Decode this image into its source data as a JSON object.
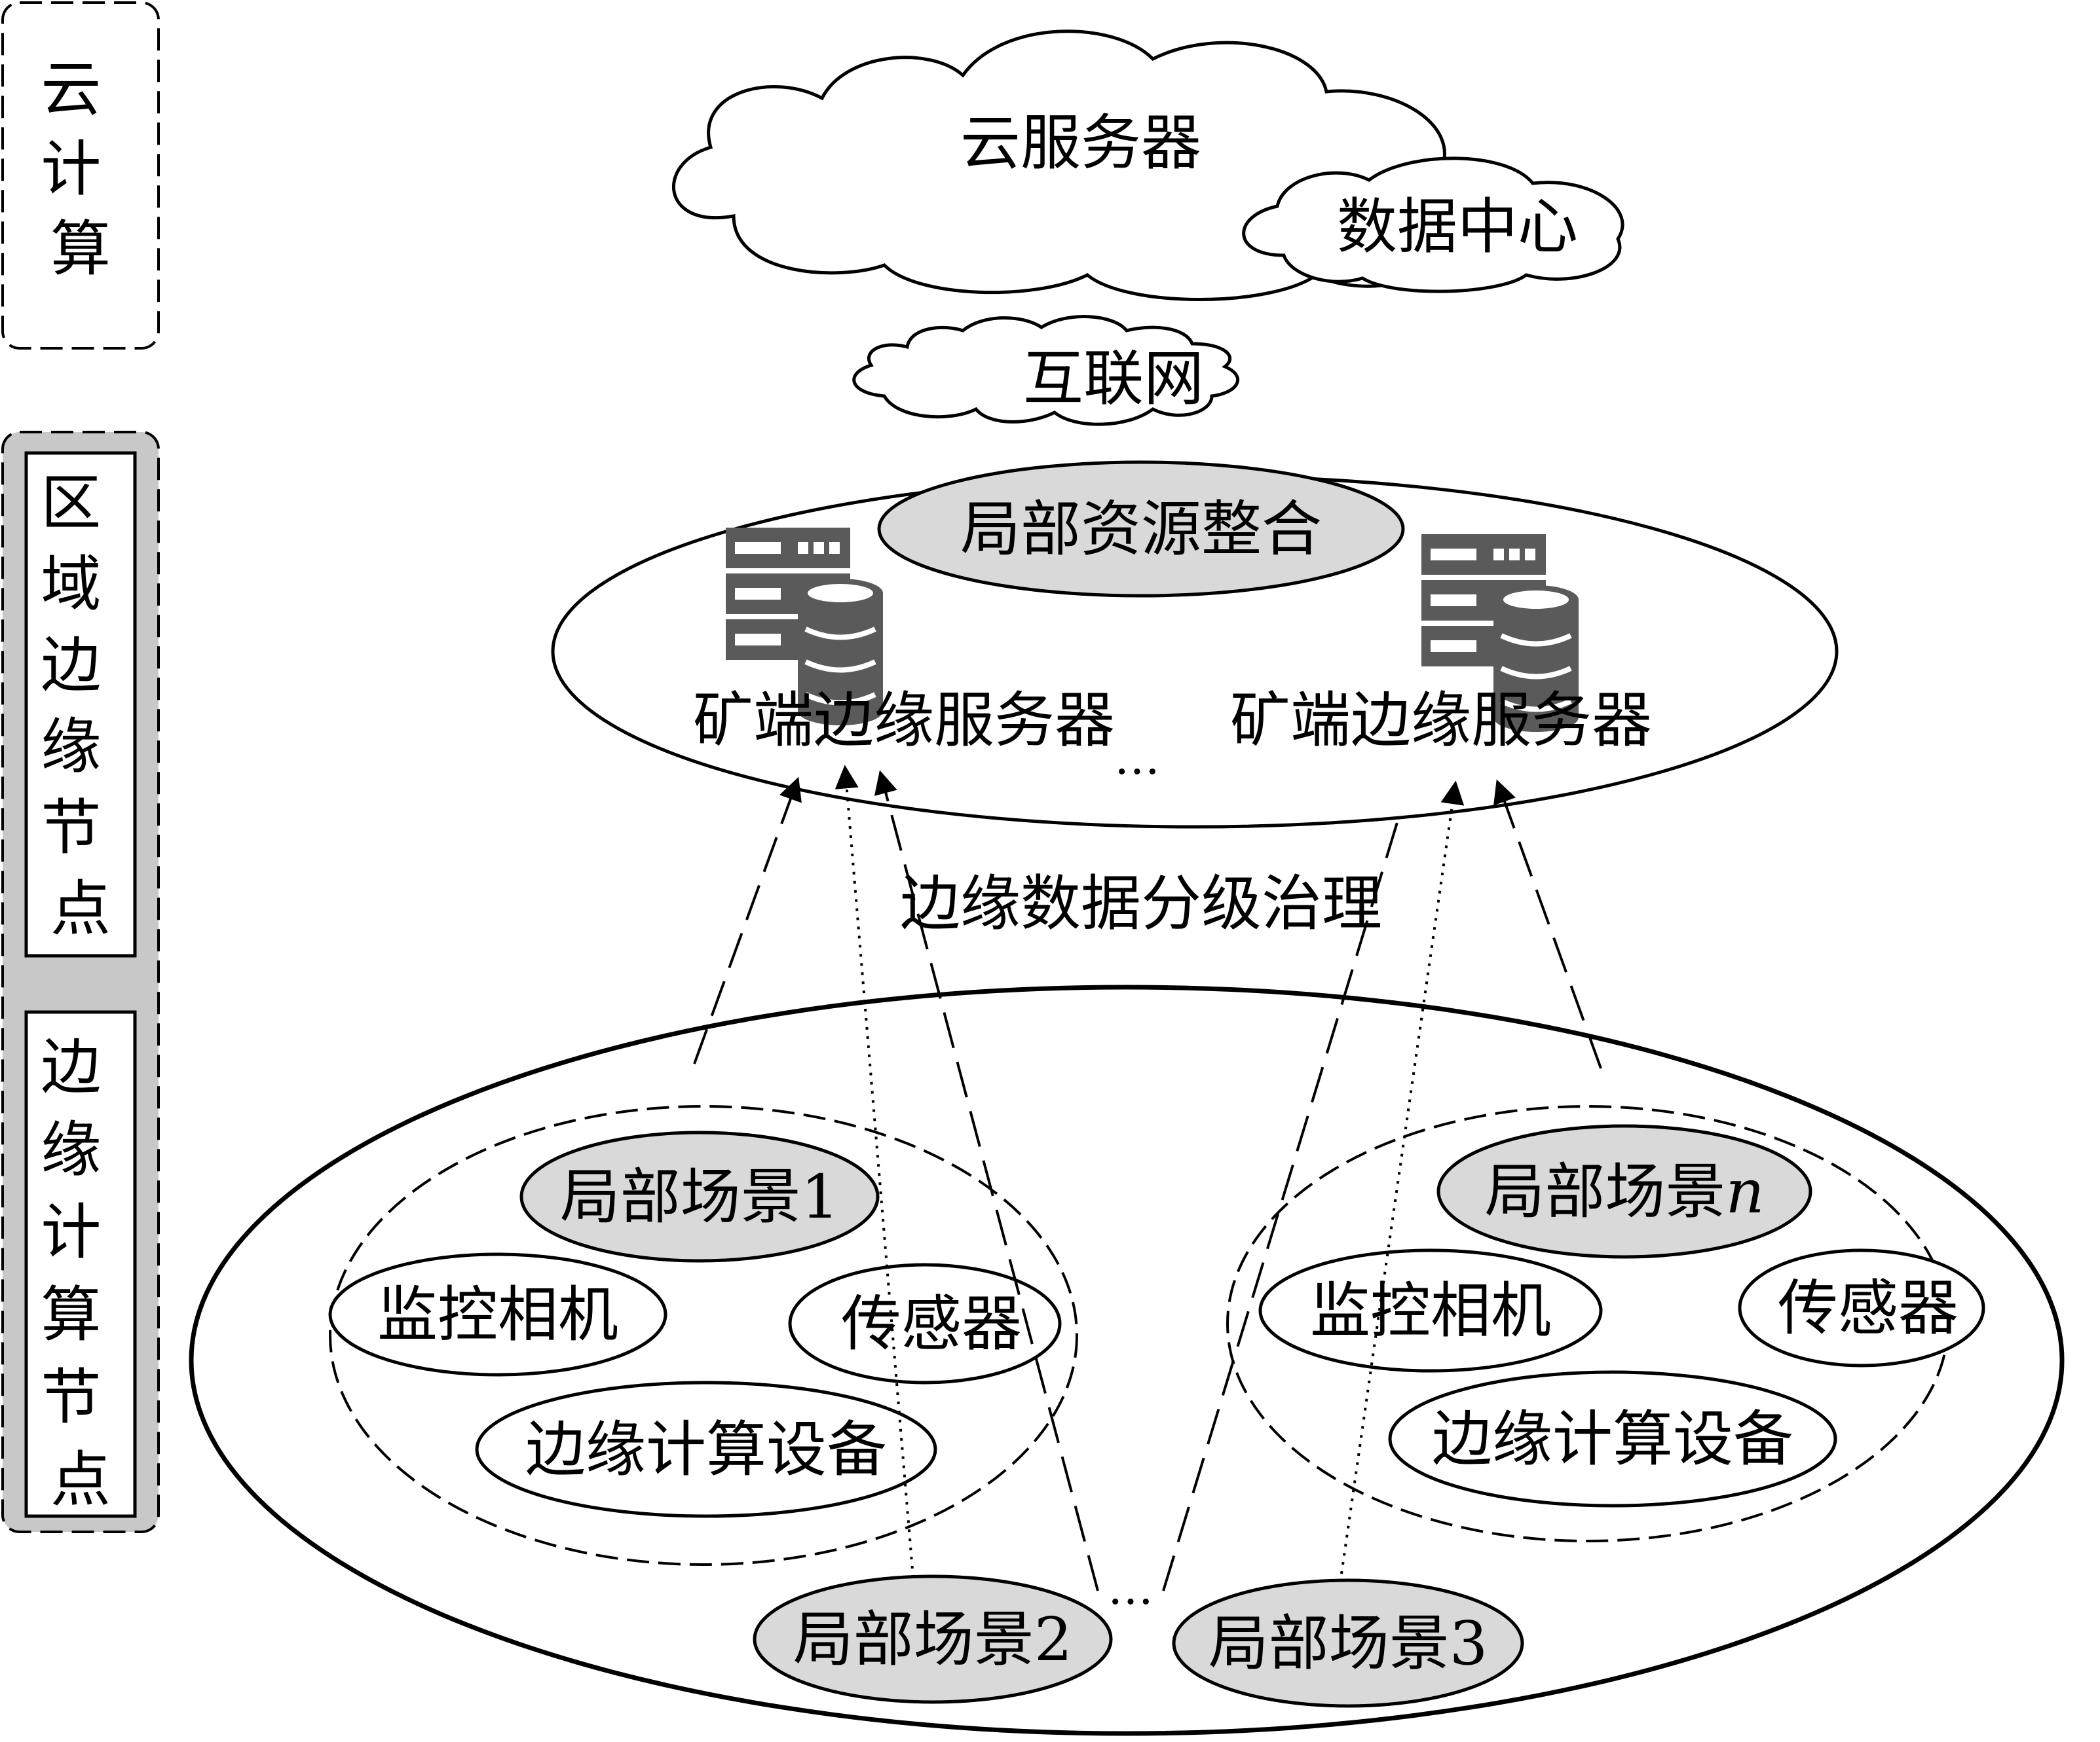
{
  "tiers": {
    "cloud": "云计算",
    "regional_edge": "区域边缘节点",
    "edge_compute": "边缘计算节点"
  },
  "cloud": {
    "server": "云服务器",
    "data_center": "数据中心",
    "internet": "互联网"
  },
  "regional": {
    "resource_integration": "局部资源整合",
    "servers": [
      "矿端边缘服务器",
      "矿端边缘服务器"
    ],
    "ellipsis": "…"
  },
  "governance_label": "边缘数据分级治理",
  "scenes": {
    "scene1": {
      "title": "局部场景1",
      "camera": "监控相机",
      "sensor": "传感器",
      "device": "边缘计算设备"
    },
    "scene_n": {
      "title_prefix": "局部场景",
      "title_suffix": "n",
      "camera": "监控相机",
      "sensor": "传感器",
      "device": "边缘计算设备"
    },
    "scene2": "局部场景2",
    "scene3": "局部场景3",
    "ellipsis": "…"
  },
  "colors": {
    "stroke": "#000000",
    "shaded_fill": "#d9d9d9",
    "tier_panel": "#c8c8c8",
    "server_icon": "#5a5a5a"
  }
}
